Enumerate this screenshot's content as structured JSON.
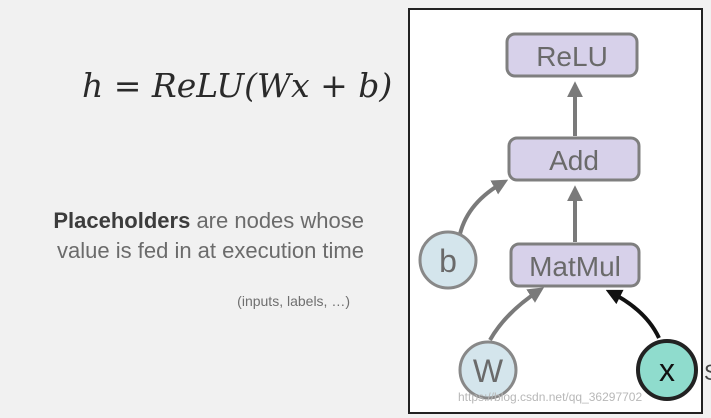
{
  "formula": "h = ReLU(Wx + b)",
  "description": {
    "bold": "Placeholders",
    "rest": " are nodes whose value is fed in at execution time"
  },
  "note": "(inputs, labels, …)",
  "graph": {
    "nodes": {
      "relu": "ReLU",
      "add": "Add",
      "matmul": "MatMul",
      "b": "b",
      "w": "W",
      "x": "x"
    }
  },
  "watermark": "https://blog.csdn.net/qq_36297702",
  "edge_mark": "S",
  "colors": {
    "op_fill": "#d7d1ea",
    "op_stroke": "#7f7f7f",
    "var_fill": "#d4e5ec",
    "placeholder_fill": "#8fdccd",
    "arrow": "#7a7a7a",
    "placeholder_arrow": "#111111"
  }
}
